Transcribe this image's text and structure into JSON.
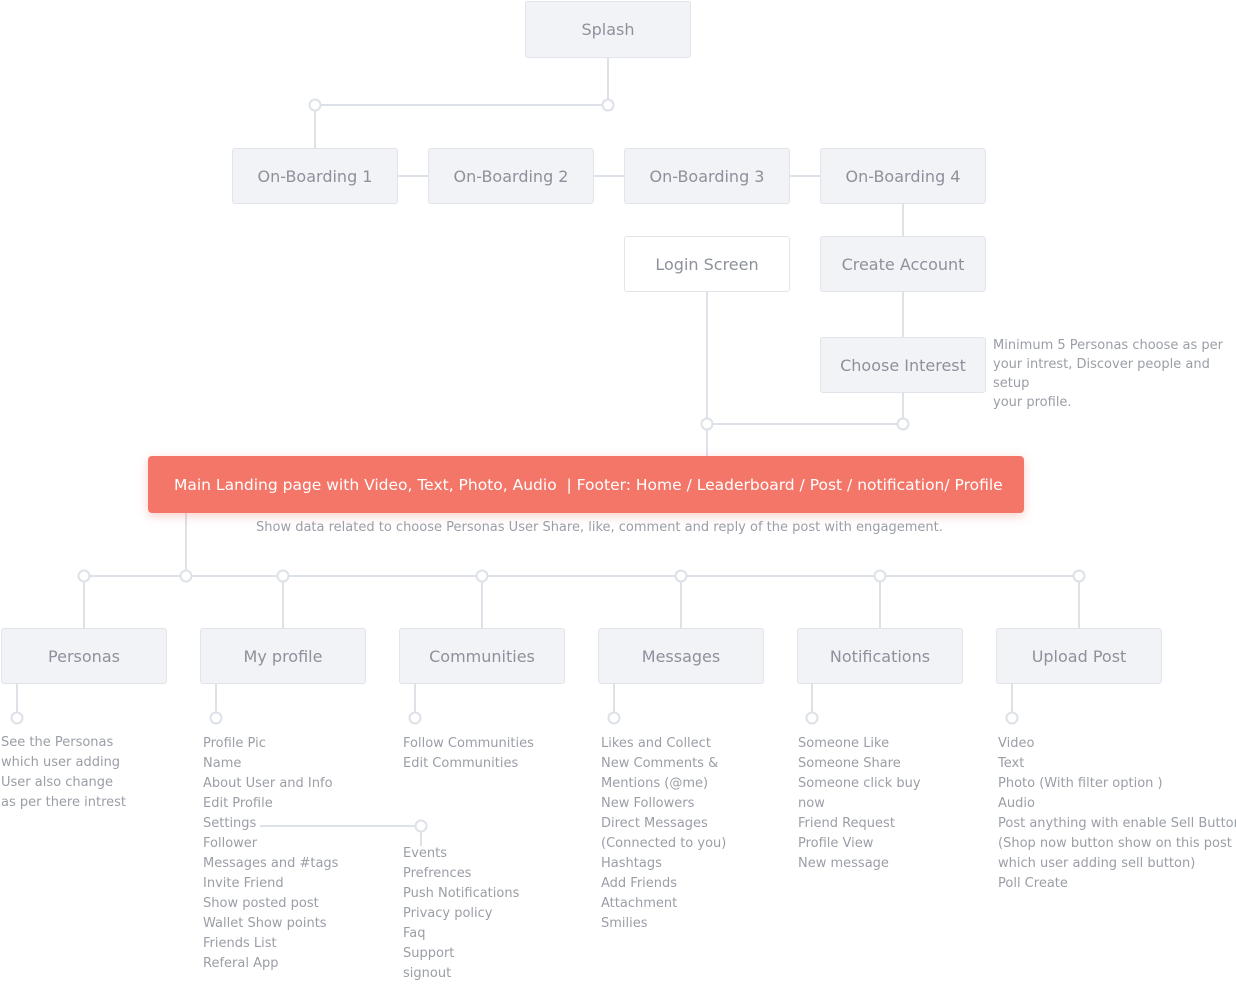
{
  "boxes": {
    "splash": "Splash",
    "onboarding1": "On-Boarding 1",
    "onboarding2": "On-Boarding 2",
    "onboarding3": "On-Boarding 3",
    "onboarding4": "On-Boarding 4",
    "login": "Login Screen",
    "create_account": "Create Account",
    "choose_interest": "Choose Interest",
    "personas": "Personas",
    "my_profile": "My profile",
    "communities": "Communities",
    "messages": "Messages",
    "notifications": "Notifications",
    "upload_post": "Upload Post"
  },
  "main_landing": "Main Landing page with Video, Text, Photo, Audio  | Footer: Home / Leaderboard / Post / notification/ Profile",
  "notes": {
    "choose_interest": [
      "Minimum 5 Personas choose as per",
      "your intrest, Discover people and setup",
      "your profile."
    ],
    "main_landing": "Show data related to choose Personas User Share, like, comment and reply of the post with engagement."
  },
  "lists": {
    "personas": [
      "See the Personas",
      "which user adding",
      "User also change",
      "as per there intrest"
    ],
    "my_profile": [
      "Profile Pic",
      "Name",
      "About User and Info",
      "Edit Profile",
      "Settings",
      "Follower",
      "Messages and #tags",
      "Invite Friend",
      "Show posted post",
      "Wallet Show points",
      "Friends List",
      "Referal App"
    ],
    "settings": [
      "Events",
      "Prefrences",
      "Push Notifications",
      "Privacy policy",
      "Faq",
      "Support",
      "signout"
    ],
    "communities": [
      "Follow Communities",
      "Edit Communities"
    ],
    "messages": [
      "Likes and Collect",
      "New Comments &",
      "Mentions (@me)",
      "New Followers",
      "Direct Messages",
      "(Connected to you)",
      "Hashtags",
      "Add Friends",
      "Attachment",
      "Smilies"
    ],
    "notifications": [
      "Someone Like",
      "Someone Share",
      "Someone click buy",
      "now",
      "Friend Request",
      "Profile View",
      "New message"
    ],
    "upload_post": [
      "Video",
      "Text",
      "Photo (With filter option )",
      "Audio",
      "Post anything with enable Sell Button",
      "(Shop now button show on this post",
      "which user adding sell button)",
      "Poll Create"
    ]
  },
  "colors": {
    "main_accent": "#f47669",
    "box_fill": "#f2f3f7",
    "connector": "#dde1e8"
  }
}
